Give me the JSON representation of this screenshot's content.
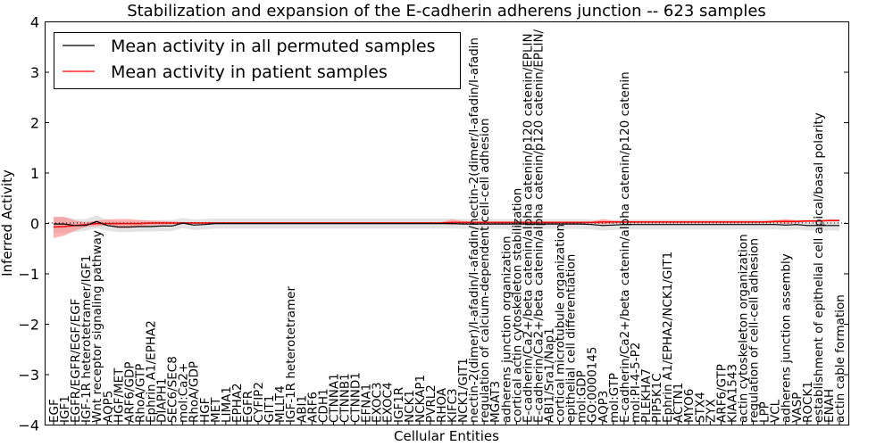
{
  "chart_data": {
    "type": "line",
    "title": "Stabilization and expansion of the E-cadherin adherens junction -- 623 samples",
    "xlabel": "Cellular Entities",
    "ylabel": "Inferred Activity",
    "ylim": [
      -4,
      4
    ],
    "yticks": [
      -4,
      -3,
      -2,
      -1,
      0,
      1,
      2,
      3,
      4
    ],
    "legend_position": "top-left",
    "categories": [
      "EGF",
      "IGF1",
      "EGFR/EGFR/EGF/EGF",
      "IGF-1R heterotetramer/IGF1",
      "Wnt receptor signaling pathway",
      "AQP5",
      "HGF/MET",
      "ARF6/GDP",
      "RhoA/GTP",
      "Ephrin A1/EPHA2",
      "DIAPH1",
      "SEC6/SEC8",
      "mol:Ca2+",
      "RhoA/GDP",
      "HGF",
      "MET",
      "LIMA1",
      "EPHA2",
      "EGFR",
      "CYFIP2",
      "GIT1",
      "MLLT4",
      "IGF-1R heterotetramer",
      "ABI1",
      "ARF6",
      "CDH1",
      "CTNNA1",
      "CTNNB1",
      "CTNND1",
      "EFNA1",
      "EXOC3",
      "EXOC4",
      "IGF1R",
      "NCK1",
      "NCKAP1",
      "PVRL2",
      "RHOA",
      "KIFC3",
      "NCK1/GIT1",
      "nectin-2(dimer)/I-afadin/I-afadin/nectin-2(dimer/I-afadin/I-afadin",
      "regulation of calcium-dependent cell-cell adhesion",
      "MGAT3",
      "adherens junction organization",
      "cortical actin cytoskeleton stabilization",
      "E-cadherin/Ca2+/beta catenin/alpha catenin/p120 catenin/EPLIN",
      "E-cadherin/Ca2+/beta catenin/alpha catenin/p120 catenin/EPLIN/",
      "ABI1/Sra1/Nap1",
      "cortical microtubule organization",
      "epithelial cell differentiation",
      "mol:GDP",
      "GO:0000145",
      "AQP3",
      "mol:GTP",
      "E-cadherin/Ca2+/beta catenin/alpha catenin/p120 catenin",
      "mol:PI-4-5-P2",
      "PLEKHA7",
      "PIP5K1C",
      "Ephrin A1/EPHA2/NCK1/GIT1",
      "ACTN1",
      "MYO6",
      "STX4",
      "ZYX",
      "ARF6/GTP",
      "KIAA1543",
      "actin cytoskeleton organization",
      "regulation of cell-cell adhesion",
      "LPP",
      "VCL",
      "adherens junction assembly",
      "VASP",
      "ROCK1",
      "establishment of epithelial cell apical/basal polarity",
      "ENAH",
      "actin cable formation"
    ],
    "series": [
      {
        "name": "Mean activity in all permuted samples",
        "color": "#000000",
        "values": [
          -0.02,
          -0.02,
          -0.05,
          -0.05,
          0.03,
          -0.05,
          -0.08,
          -0.08,
          -0.07,
          -0.07,
          -0.06,
          -0.06,
          0.0,
          -0.04,
          -0.03,
          -0.01,
          -0.01,
          -0.01,
          -0.01,
          -0.01,
          -0.01,
          -0.01,
          -0.01,
          -0.01,
          -0.01,
          -0.01,
          -0.01,
          -0.01,
          -0.01,
          -0.01,
          -0.01,
          -0.01,
          -0.01,
          -0.01,
          -0.01,
          -0.01,
          -0.01,
          -0.01,
          -0.02,
          -0.02,
          -0.02,
          -0.02,
          -0.02,
          -0.02,
          -0.02,
          -0.02,
          -0.02,
          -0.02,
          -0.02,
          -0.02,
          -0.03,
          -0.05,
          -0.04,
          -0.03,
          -0.03,
          -0.03,
          -0.03,
          -0.03,
          -0.03,
          -0.03,
          -0.03,
          -0.03,
          -0.03,
          -0.03,
          -0.03,
          -0.03,
          -0.03,
          -0.03,
          -0.04,
          -0.03,
          -0.05,
          -0.05,
          -0.05,
          -0.05
        ],
        "band_lower": [
          -0.2,
          -0.2,
          -0.18,
          -0.15,
          -0.1,
          -0.15,
          -0.18,
          -0.18,
          -0.17,
          -0.17,
          -0.16,
          -0.16,
          -0.1,
          -0.14,
          -0.13,
          -0.11,
          -0.11,
          -0.11,
          -0.11,
          -0.11,
          -0.11,
          -0.11,
          -0.11,
          -0.11,
          -0.11,
          -0.11,
          -0.11,
          -0.11,
          -0.11,
          -0.11,
          -0.11,
          -0.11,
          -0.11,
          -0.11,
          -0.11,
          -0.11,
          -0.11,
          -0.11,
          -0.12,
          -0.12,
          -0.12,
          -0.12,
          -0.12,
          -0.12,
          -0.12,
          -0.12,
          -0.12,
          -0.12,
          -0.12,
          -0.12,
          -0.13,
          -0.15,
          -0.14,
          -0.13,
          -0.13,
          -0.13,
          -0.13,
          -0.13,
          -0.13,
          -0.13,
          -0.13,
          -0.13,
          -0.13,
          -0.13,
          -0.13,
          -0.13,
          -0.13,
          -0.13,
          -0.14,
          -0.13,
          -0.15,
          -0.15,
          -0.15,
          -0.15
        ],
        "band_upper": [
          0.12,
          0.12,
          0.08,
          0.08,
          0.15,
          0.06,
          0.04,
          0.04,
          0.05,
          0.05,
          0.06,
          0.06,
          0.1,
          0.07,
          0.08,
          0.09,
          0.09,
          0.09,
          0.09,
          0.09,
          0.09,
          0.09,
          0.09,
          0.09,
          0.09,
          0.09,
          0.09,
          0.09,
          0.09,
          0.09,
          0.09,
          0.09,
          0.09,
          0.09,
          0.09,
          0.09,
          0.09,
          0.09,
          0.08,
          0.08,
          0.08,
          0.08,
          0.08,
          0.08,
          0.08,
          0.08,
          0.08,
          0.08,
          0.08,
          0.08,
          0.07,
          0.05,
          0.06,
          0.07,
          0.07,
          0.07,
          0.07,
          0.07,
          0.07,
          0.07,
          0.07,
          0.07,
          0.07,
          0.07,
          0.07,
          0.07,
          0.07,
          0.07,
          0.06,
          0.07,
          0.05,
          0.05,
          0.05,
          0.05
        ]
      },
      {
        "name": "Mean activity in patient samples",
        "color": "#ff0000",
        "values": [
          -0.08,
          -0.07,
          -0.05,
          -0.03,
          -0.01,
          -0.01,
          -0.01,
          -0.01,
          -0.01,
          0.0,
          0.0,
          0.0,
          0.0,
          0.0,
          0.0,
          0.0,
          0.0,
          0.0,
          0.0,
          0.0,
          0.0,
          0.0,
          0.0,
          0.0,
          0.0,
          0.0,
          0.0,
          0.0,
          0.0,
          0.0,
          0.0,
          0.0,
          0.0,
          0.0,
          0.0,
          0.0,
          0.0,
          0.01,
          0.01,
          0.01,
          0.01,
          0.01,
          0.01,
          0.01,
          0.01,
          0.01,
          0.01,
          0.01,
          0.01,
          0.01,
          0.01,
          0.02,
          0.02,
          0.02,
          0.02,
          0.02,
          0.02,
          0.02,
          0.02,
          0.02,
          0.02,
          0.02,
          0.02,
          0.02,
          0.02,
          0.02,
          0.02,
          0.03,
          0.03,
          0.03,
          0.04,
          0.04,
          0.05,
          0.05
        ],
        "band_lower": [
          -0.3,
          -0.25,
          -0.15,
          -0.08,
          -0.06,
          -0.05,
          -0.1,
          -0.1,
          -0.08,
          -0.05,
          -0.04,
          -0.03,
          -0.02,
          -0.02,
          -0.02,
          -0.02,
          -0.02,
          -0.02,
          -0.02,
          -0.02,
          -0.02,
          -0.02,
          -0.02,
          -0.02,
          -0.02,
          -0.02,
          -0.02,
          -0.02,
          -0.02,
          -0.02,
          -0.02,
          -0.02,
          -0.02,
          -0.02,
          -0.02,
          -0.02,
          -0.02,
          -0.04,
          -0.02,
          -0.01,
          -0.01,
          -0.01,
          -0.01,
          -0.01,
          -0.01,
          -0.01,
          -0.01,
          -0.01,
          -0.01,
          -0.01,
          -0.01,
          -0.03,
          -0.01,
          0.0,
          0.0,
          0.0,
          0.0,
          0.0,
          0.0,
          0.0,
          0.0,
          0.0,
          0.0,
          0.0,
          0.0,
          0.0,
          0.0,
          0.0,
          -0.02,
          0.0,
          0.02,
          0.02,
          0.03,
          0.03
        ],
        "band_upper": [
          0.12,
          0.12,
          0.05,
          0.02,
          0.05,
          0.07,
          0.08,
          0.08,
          0.06,
          0.05,
          0.04,
          0.03,
          0.02,
          0.02,
          0.02,
          0.02,
          0.02,
          0.02,
          0.02,
          0.02,
          0.02,
          0.02,
          0.02,
          0.02,
          0.02,
          0.02,
          0.02,
          0.02,
          0.02,
          0.02,
          0.02,
          0.02,
          0.02,
          0.02,
          0.02,
          0.02,
          0.02,
          0.07,
          0.04,
          0.03,
          0.03,
          0.03,
          0.03,
          0.03,
          0.03,
          0.03,
          0.03,
          0.03,
          0.03,
          0.03,
          0.03,
          0.08,
          0.05,
          0.04,
          0.04,
          0.04,
          0.04,
          0.04,
          0.04,
          0.04,
          0.04,
          0.04,
          0.04,
          0.04,
          0.04,
          0.04,
          0.04,
          0.05,
          0.08,
          0.05,
          0.06,
          0.06,
          0.07,
          0.07
        ]
      }
    ],
    "reference_line": 0,
    "band_colors": {
      "permuted": "#d9d9d9",
      "patient": "#ff8080"
    }
  }
}
